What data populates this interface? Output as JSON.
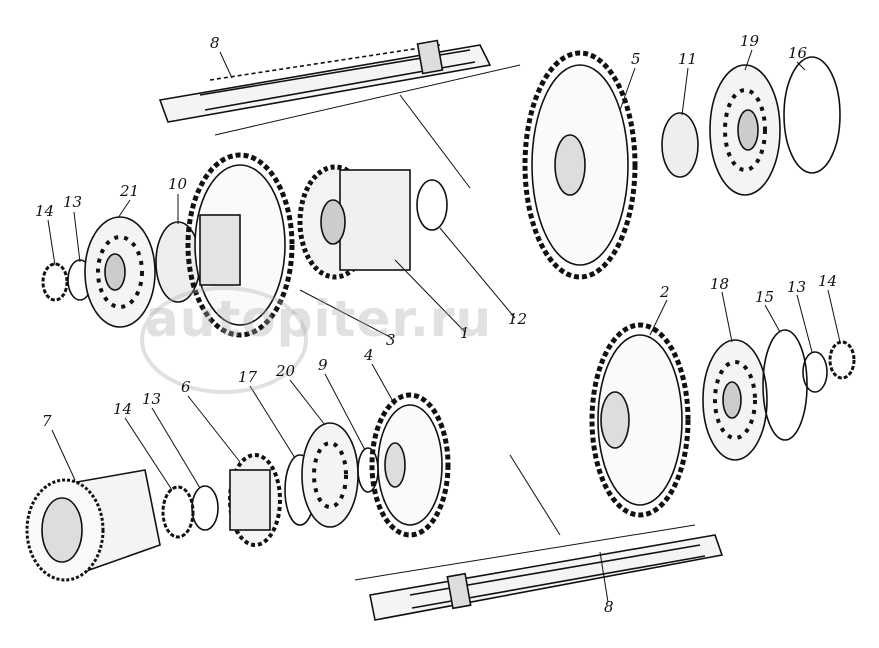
{
  "diagram": {
    "watermark": "autopiter.ru",
    "labels": [
      {
        "id": "top-shaft",
        "text": "8"
      },
      {
        "id": "gear-5",
        "text": "5"
      },
      {
        "id": "ring-11",
        "text": "11"
      },
      {
        "id": "bearing-19",
        "text": "19"
      },
      {
        "id": "ring-16",
        "text": "16"
      },
      {
        "id": "nut-14-left",
        "text": "14"
      },
      {
        "id": "washer-13-left",
        "text": "13"
      },
      {
        "id": "bearing-21",
        "text": "21"
      },
      {
        "id": "ring-10",
        "text": "10"
      },
      {
        "id": "gear-3",
        "text": "3"
      },
      {
        "id": "gear-1",
        "text": "1"
      },
      {
        "id": "ring-12",
        "text": "12"
      },
      {
        "id": "gear-2",
        "text": "2"
      },
      {
        "id": "bearing-18",
        "text": "18"
      },
      {
        "id": "ring-15",
        "text": "15"
      },
      {
        "id": "washer-13-right",
        "text": "13"
      },
      {
        "id": "nut-14-right",
        "text": "14"
      },
      {
        "id": "coupling-7",
        "text": "7"
      },
      {
        "id": "nut-14-bottom",
        "text": "14"
      },
      {
        "id": "washer-13-bottom",
        "text": "13"
      },
      {
        "id": "hub-6",
        "text": "6"
      },
      {
        "id": "ring-17",
        "text": "17"
      },
      {
        "id": "bearing-20",
        "text": "20"
      },
      {
        "id": "ring-9",
        "text": "9"
      },
      {
        "id": "gear-4",
        "text": "4"
      },
      {
        "id": "bottom-shaft",
        "text": "8"
      }
    ]
  }
}
